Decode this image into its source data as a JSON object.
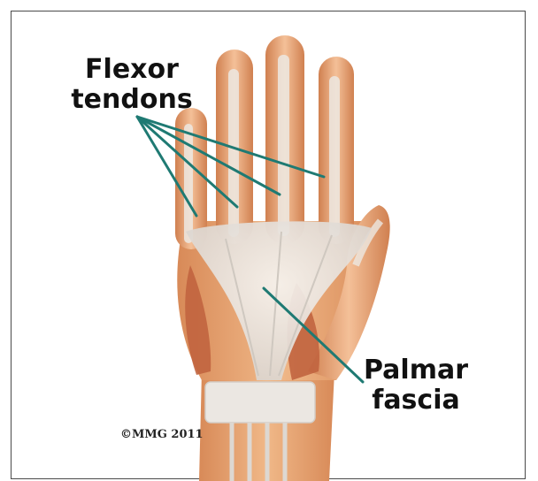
{
  "labels": {
    "flexor_line1": "Flexor",
    "flexor_line2": "tendons",
    "palmar_line1": "Palmar",
    "palmar_line2": "fascia"
  },
  "copyright": "©MMG 2011",
  "colors": {
    "border": "#4a4a4a",
    "skin": "#e8a878",
    "skin_dark": "#c97a4a",
    "muscle": "#c1643f",
    "tendon": "#e8e6e2",
    "pointer": "#1f7a73"
  }
}
